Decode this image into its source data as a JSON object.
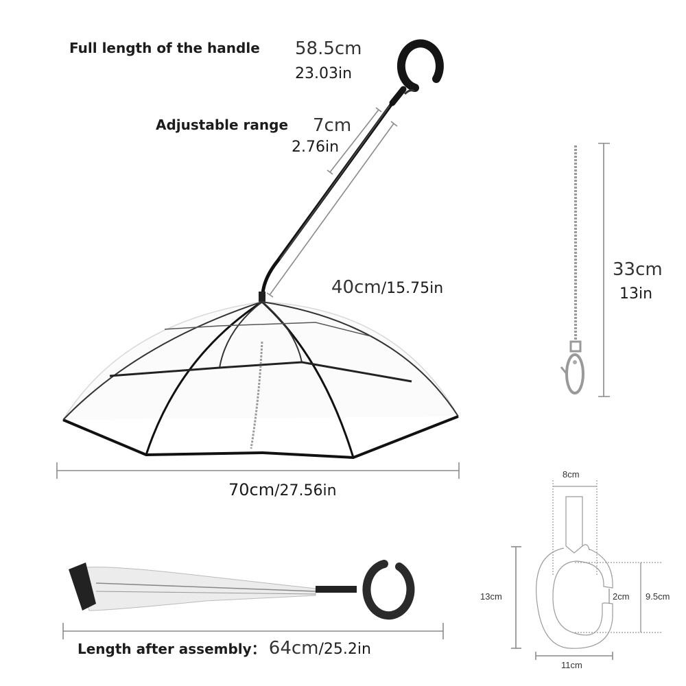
{
  "handle": {
    "label": "Full length of the handle",
    "cm": "58.5cm",
    "in": "23.03in"
  },
  "adjustable": {
    "label": "Adjustable range",
    "cm": "7cm",
    "in": "2.76in"
  },
  "shaft": {
    "cm": "40cm",
    "in": "/15.75in"
  },
  "canopy_width": {
    "cm": "70cm",
    "in": "/27.56in"
  },
  "chain": {
    "cm": "33cm",
    "in": "13in"
  },
  "assembly": {
    "label": "Length after assembly：",
    "cm": "64cm",
    "in": "/25.2in"
  },
  "handle_diagram": {
    "top_width": "8cm",
    "height": "13cm",
    "gap": "2cm",
    "inner_height": "9.5cm",
    "width": "11cm"
  },
  "colors": {
    "frame": "#111111",
    "dimension_line": "#888888",
    "chain": "#9a9a9a",
    "outline": "#aaaaaa"
  }
}
